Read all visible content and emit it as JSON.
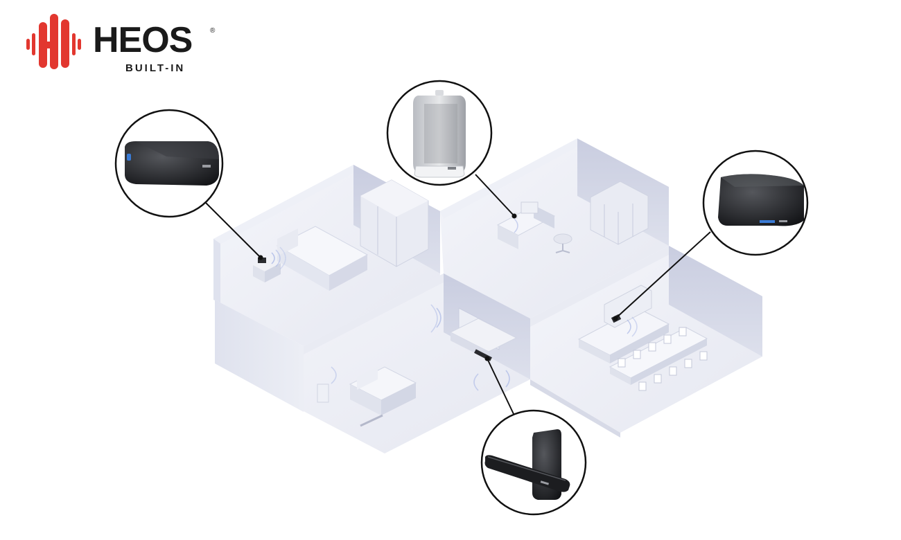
{
  "brand": {
    "name": "HEOS",
    "registered": "®",
    "tagline": "BUILT-IN",
    "logo_color": "#e2372f",
    "text_color": "#1a1a1a"
  },
  "illustration": {
    "rooms": [
      "bedroom",
      "home-office",
      "living-room",
      "kitchen-dining"
    ],
    "products": [
      "wireless-speaker-small",
      "portable-speaker",
      "wireless-speaker-large",
      "soundbar-with-subwoofer"
    ]
  }
}
